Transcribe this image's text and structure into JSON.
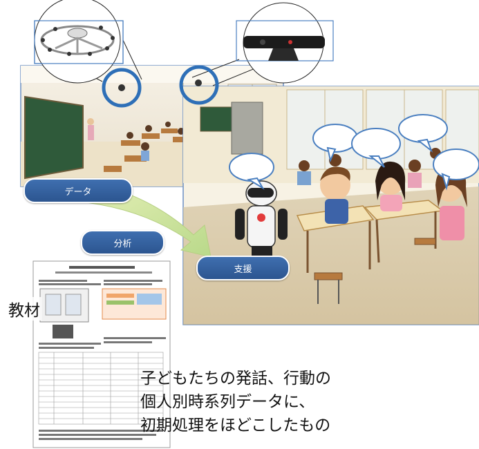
{
  "labels": {
    "data": "データ",
    "analysis": "分析",
    "support": "支援",
    "material": "教材"
  },
  "description_lines": [
    "子どもたちの発話、行動の",
    "個人別時系列データに、",
    "初期処理をほどこしたもの"
  ],
  "colors": {
    "pill_blue": "#3f6fb0",
    "circle_blue": "#2e6fb7",
    "arrow_green": "#cfe39a",
    "bubble_border": "#4a7fc0"
  }
}
